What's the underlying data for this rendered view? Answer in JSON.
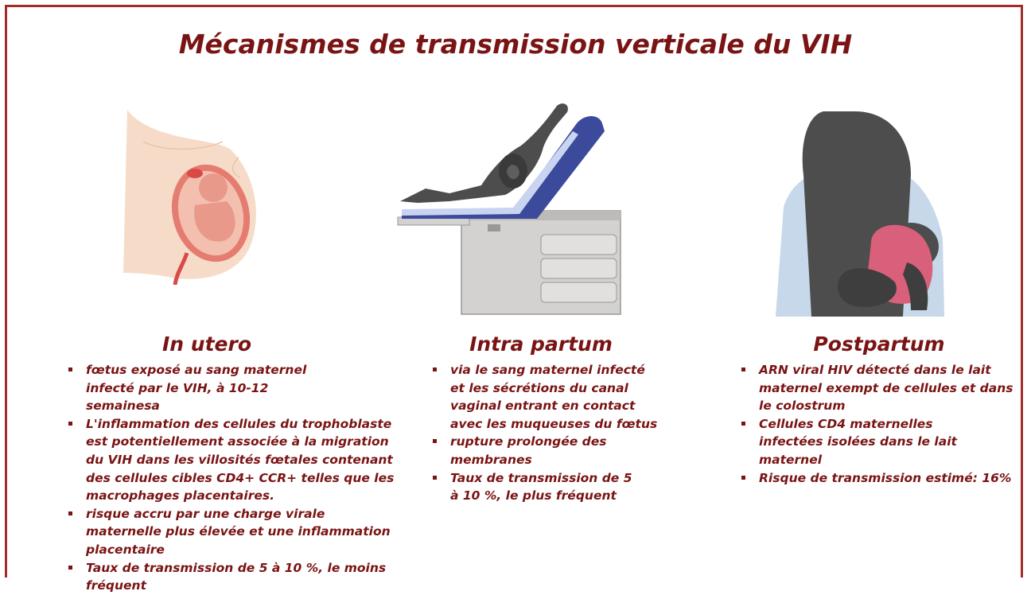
{
  "title": "Mécanismes de transmission verticale du VIH",
  "columns": [
    {
      "heading": "In utero",
      "bullets": [
        "fœtus exposé au sang maternel infecté par le VIH, à 10-12 semainesa",
        "L'inflammation des cellules du trophoblaste est potentiellement associée à la migration du VIH dans les villosités fœtales contenant des cellules cibles CD4+ CCR+ telles que les macrophages placentaires.",
        "risque accru par une charge virale maternelle plus élevée et une inflammation placentaire",
        "Taux de transmission de 5 à 10 %, le moins fréquent"
      ]
    },
    {
      "heading": "Intra partum",
      "bullets": [
        "via le sang maternel infecté et les sécrétions du canal vaginal entrant en contact avec les muqueuses du fœtus",
        "rupture prolongée des membranes",
        "Taux de transmission de 5 à 10 %, le plus fréquent"
      ]
    },
    {
      "heading": "Postpartum",
      "bullets": [
        "ARN viral HIV détecté dans le lait maternel exempt de cellules et dans le colostrum",
        "Cellules CD4 maternelles infectées isolées dans le lait maternel",
        "Risque de transmission estimé: 16%"
      ]
    }
  ],
  "colors": {
    "frame": "#a52a2a",
    "text": "#7a1414",
    "skin": "#f6dcc8",
    "uterus": "#d84a46",
    "silhouette": "#4d4d4d",
    "table_pad": "#3c4a9c",
    "cabinet": "#d4d2d0",
    "blanket": "#c6d8ea",
    "baby_cloth": "#d8607a"
  }
}
